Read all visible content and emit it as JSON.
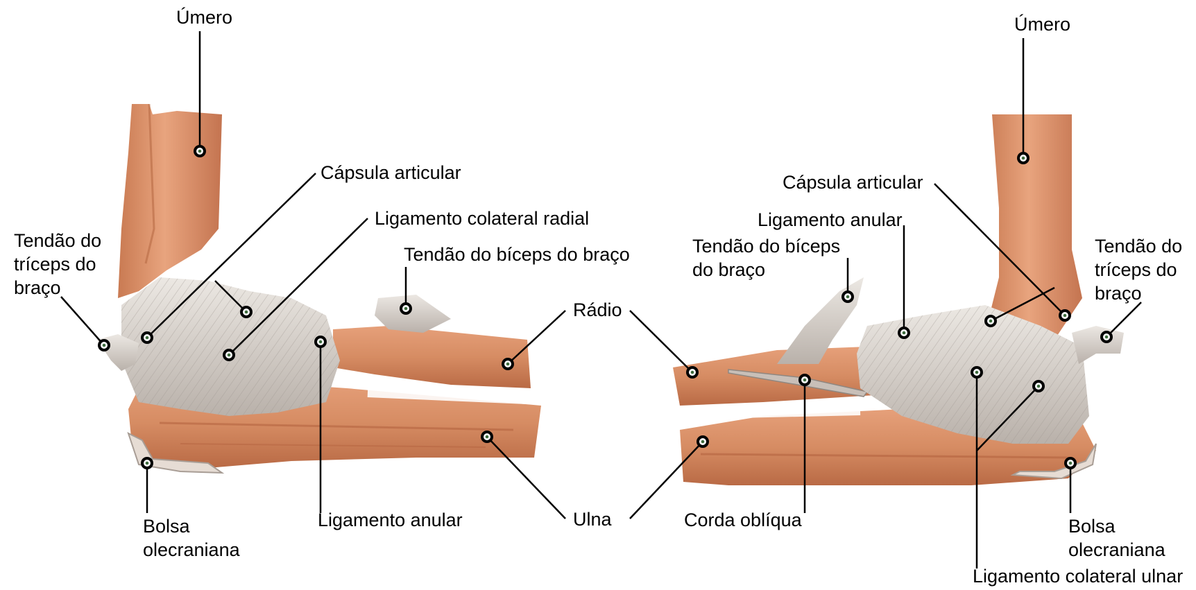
{
  "colors": {
    "bone": "#d9906a",
    "bone_dark": "#b86a45",
    "bone_light": "#efb898",
    "ligament": "#d8d2cb",
    "ligament_dark": "#a8a09a",
    "leader": "#000000",
    "marker_ring": "#3d6b3d"
  },
  "left_view": {
    "labels": {
      "umero": "Úmero",
      "capsula": "Cápsula articular",
      "lig_colateral_radial": "Ligamento colateral radial",
      "tendao_biceps": "Tendão do bíceps do braço",
      "tendao_triceps": "Tendão do\ntríceps do\nbraço",
      "radio": "Rádio",
      "ulna": "Ulna",
      "bolsa": "Bolsa\nolecraniana",
      "lig_anular": "Ligamento anular"
    }
  },
  "right_view": {
    "labels": {
      "umero": "Úmero",
      "capsula": "Cápsula articular",
      "lig_anular": "Ligamento anular",
      "tendao_biceps": "Tendão do bíceps\ndo braço",
      "tendao_triceps": "Tendão do\ntríceps do\nbraço",
      "corda_obliqua": "Corda oblíqua",
      "bolsa": "Bolsa\nolecraniana",
      "lig_colateral_ulnar": "Ligamento colateral ulnar"
    }
  }
}
